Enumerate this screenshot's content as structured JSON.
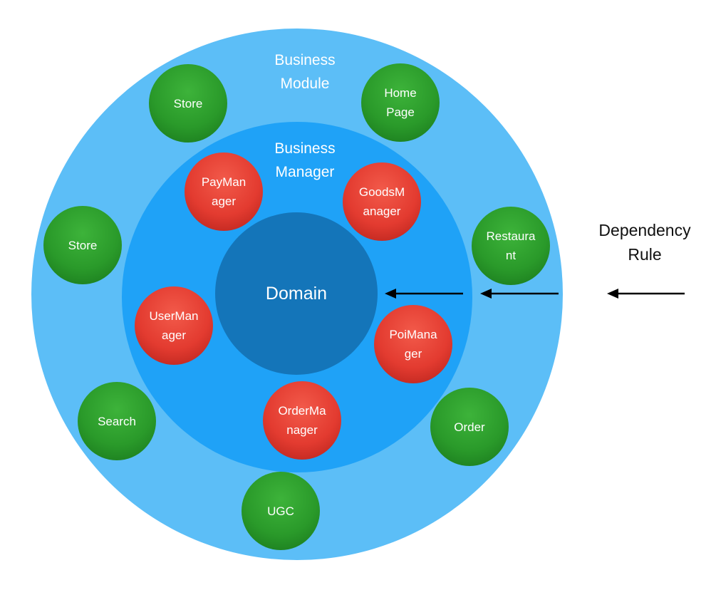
{
  "layers": {
    "outer": {
      "label": "Business\nModule"
    },
    "inner": {
      "label": "Business\nManager"
    },
    "core": {
      "label": "Domain"
    }
  },
  "modules": [
    {
      "label": "Store"
    },
    {
      "label": "Home\nPage"
    },
    {
      "label": "Store"
    },
    {
      "label": "Restaura\nnt"
    },
    {
      "label": "Search"
    },
    {
      "label": "Order"
    },
    {
      "label": "UGC"
    }
  ],
  "managers": [
    {
      "label": "PayMan\nager"
    },
    {
      "label": "GoodsM\nanager"
    },
    {
      "label": "UserMan\nager"
    },
    {
      "label": "PoiMana\nger"
    },
    {
      "label": "OrderMa\nnager"
    }
  ],
  "dependency_rule": {
    "label": "Dependency\nRule"
  },
  "colors": {
    "outer_ring": "#5cbef7",
    "inner_ring": "#1fa2f7",
    "core": "#1475b9",
    "module_node": "#2a9a2a",
    "manager_node": "#e33b30"
  }
}
